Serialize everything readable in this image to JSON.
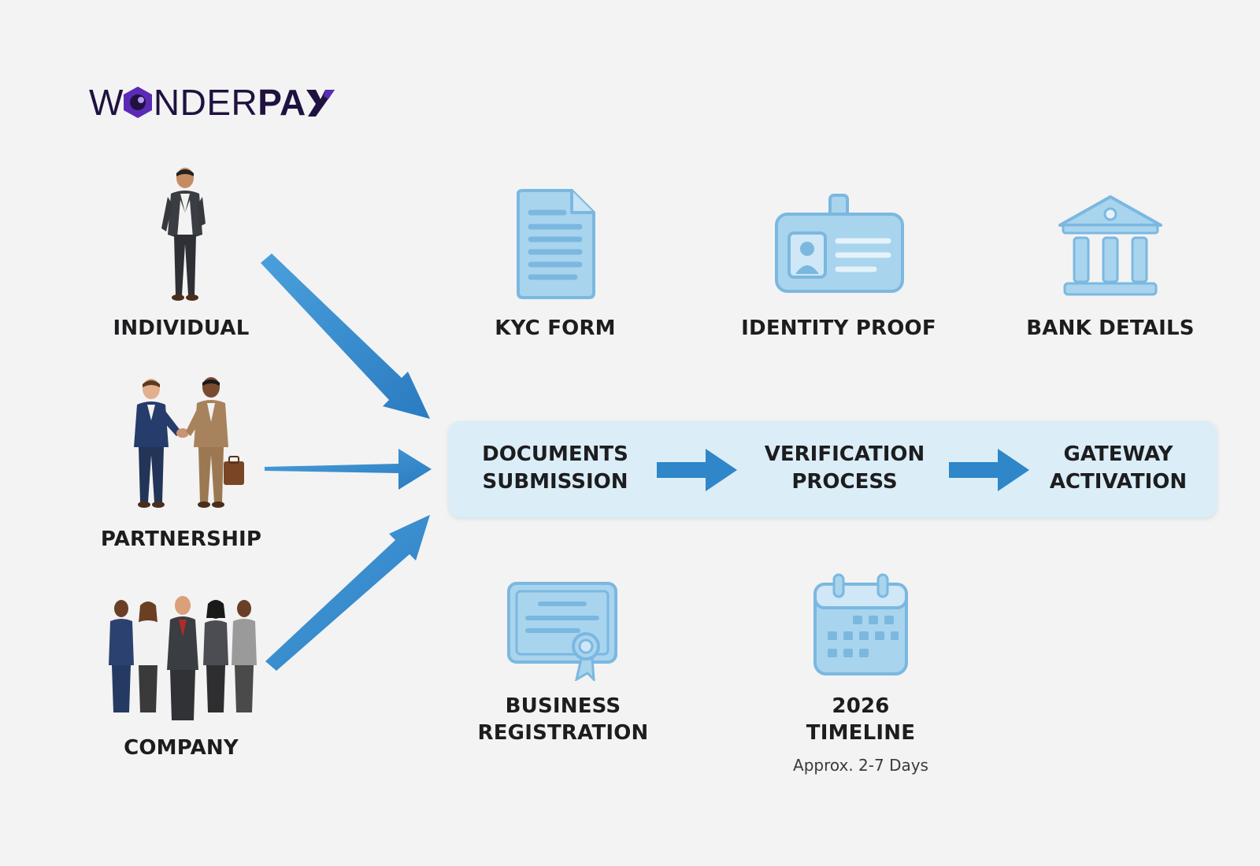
{
  "logo": {
    "part1": "W",
    "part2": "NDER",
    "part3": "PA",
    "colors": {
      "dark": "#1f1240",
      "purple": "#5b2bb5"
    }
  },
  "entities": [
    {
      "label": "INDIVIDUAL",
      "icon": "person-icon"
    },
    {
      "label": "PARTNERSHIP",
      "icon": "handshake-icon"
    },
    {
      "label": "COMPANY",
      "icon": "team-icon"
    }
  ],
  "documents": [
    {
      "label": "KYC FORM",
      "icon": "document-icon"
    },
    {
      "label": "IDENTITY PROOF",
      "icon": "id-card-icon"
    },
    {
      "label": "BANK DETAILS",
      "icon": "bank-icon"
    },
    {
      "label_line1": "BUSINESS",
      "label_line2": "REGISTRATION",
      "icon": "certificate-icon"
    },
    {
      "label_line1": "2026",
      "label_line2": "TIMELINE",
      "note": "Approx. 2-7 Days",
      "icon": "calendar-icon"
    }
  ],
  "process": [
    {
      "line1": "DOCUMENTS",
      "line2": "SUBMISSION"
    },
    {
      "line1": "VERIFICATION",
      "line2": "PROCESS"
    },
    {
      "line1": "GATEWAY",
      "line2": "ACTIVATION"
    }
  ],
  "colors": {
    "arrow": "#2f86c8",
    "band": "#dbedf6",
    "icon_fill": "#a9d4ee",
    "icon_stroke": "#6fb0dc",
    "background": "#f3f3f3"
  }
}
